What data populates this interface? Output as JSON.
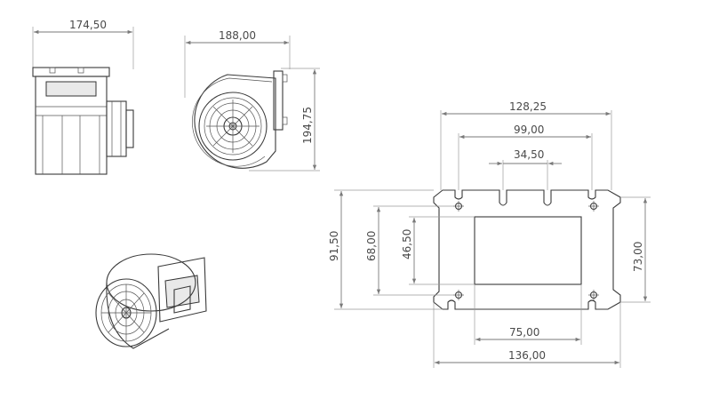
{
  "dimensions": {
    "side_width": "174,50",
    "front_width": "188,00",
    "front_height": "194,75",
    "plate_slot_outer": "128,25",
    "plate_slot_mid": "99,00",
    "plate_slot_inner": "34,50",
    "plate_height_total": "91,50",
    "plate_height_mid": "68,00",
    "plate_height_inner": "46,50",
    "plate_right_height": "73,00",
    "plate_bottom_inner": "75,00",
    "plate_bottom_outer": "136,00"
  }
}
